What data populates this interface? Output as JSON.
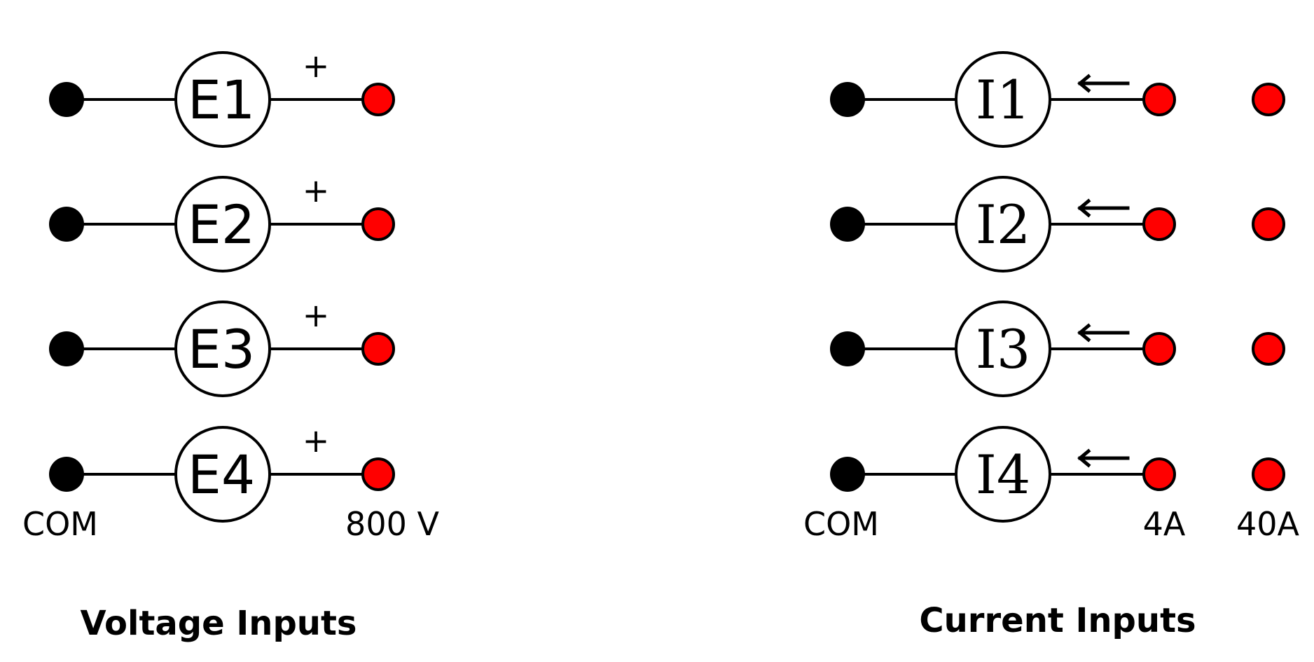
{
  "colors": {
    "terminal_black": "#000000",
    "terminal_red": "#ff0000",
    "wire": "#000000"
  },
  "voltage": {
    "title": "Voltage Inputs",
    "com_label": "COM",
    "range_label": "800 V",
    "polarity_symbol": "+",
    "channels": [
      "E1",
      "E2",
      "E3",
      "E4"
    ]
  },
  "current": {
    "title": "Current Inputs",
    "com_label": "COM",
    "range_labels": [
      "4A",
      "40A"
    ],
    "direction_symbol": "left-arrow",
    "channels": [
      "I1",
      "I2",
      "I3",
      "I4"
    ]
  }
}
